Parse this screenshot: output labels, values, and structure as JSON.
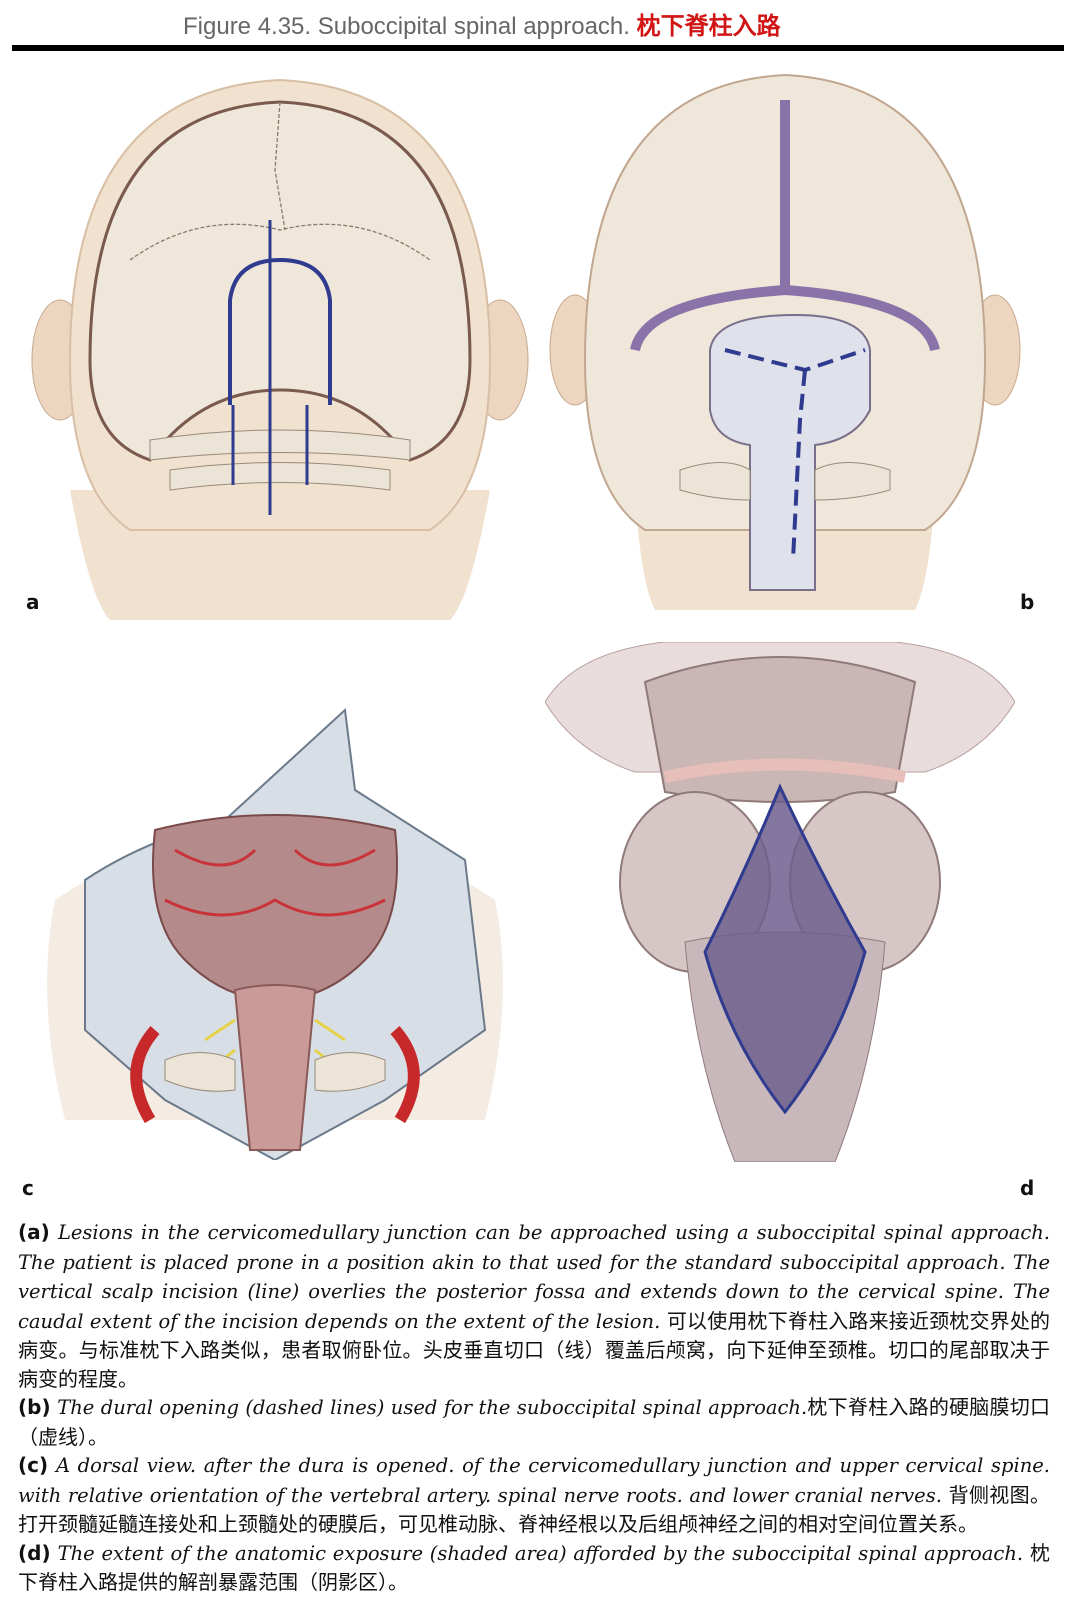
{
  "header": {
    "figure_title": "Figure 4.35. Suboccipital spinal approach.",
    "figure_title_zh": "枕下脊柱入路"
  },
  "panels": {
    "a": {
      "label": "a"
    },
    "b": {
      "label": "b"
    },
    "c": {
      "label": "c"
    },
    "d": {
      "label": "d"
    }
  },
  "colors": {
    "incision": "#2f3b8f",
    "sinus": "#8a73a8",
    "skin": "#f1e1cf",
    "skull": "#efe7d9",
    "artery": "#c7282a",
    "shaded": "#6f5f8e"
  },
  "caption": [
    {
      "letter": "(a)",
      "en": "Lesions in the cervicomedullary junction can be approached using a suboccipital spinal approach. The patient is placed prone in a position akin to that used for the standard suboccipital approach. The vertical scalp incision (line) overlies the posterior fossa and extends down to the cervical spine. The caudal extent of the incision depends on the extent of the lesion.",
      "zh": "可以使用枕下脊柱入路来接近颈枕交界处的病变。与标准枕下入路类似，患者取俯卧位。头皮垂直切口（线）覆盖后颅窝，向下延伸至颈椎。切口的尾部取决于病变的程度。"
    },
    {
      "letter": "(b)",
      "en": "The dural opening (dashed lines) used for the suboccipital spinal approach.",
      "zh": "枕下脊柱入路的硬脑膜切口（虚线）。"
    },
    {
      "letter": "(c)",
      "en": "A dorsal view. after the dura is opened. of the cervicomedullary junction and upper cervical spine. with relative orientation of the vertebral artery. spinal nerve roots. and lower cranial nerves.",
      "zh": "背侧视图。打开颈髓延髓连接处和上颈髓处的硬膜后，可见椎动脉、脊神经根以及后组颅神经之间的相对空间位置关系。"
    },
    {
      "letter": "(d)",
      "en": "The extent of the anatomic exposure (shaded area) afforded by the suboccipital spinal approach.",
      "zh": "枕下脊柱入路提供的解剖暴露范围（阴影区）。"
    }
  ]
}
